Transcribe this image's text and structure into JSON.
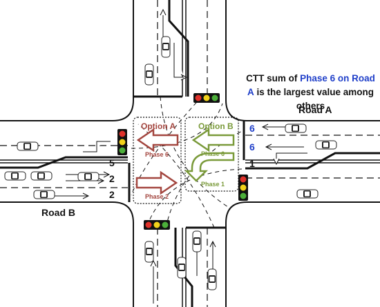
{
  "caption": {
    "part1": "CTT sum of ",
    "highlight": "Phase 6 on Road A",
    "part2": " is the largest value among others"
  },
  "roads": {
    "road_a": "Road A",
    "road_b": "Road B"
  },
  "options": {
    "option_a": "Option A",
    "option_b": "Option B"
  },
  "phases": {
    "option_a_upper": "Phase 6",
    "option_a_lower": "Phase 2",
    "option_b_upper": "Phase 6",
    "option_b_lower": "Phase 1"
  },
  "lane_numbers": {
    "road_a": [
      "6",
      "6",
      "1"
    ],
    "road_b": [
      "5",
      "2",
      "2"
    ]
  },
  "colors": {
    "option_a": "#a3463f",
    "option_b": "#7a9a3a",
    "highlight": "#1f3fc9",
    "signal_red": "#e0322b",
    "signal_yellow": "#f2d21b",
    "signal_green": "#4caf3a"
  }
}
